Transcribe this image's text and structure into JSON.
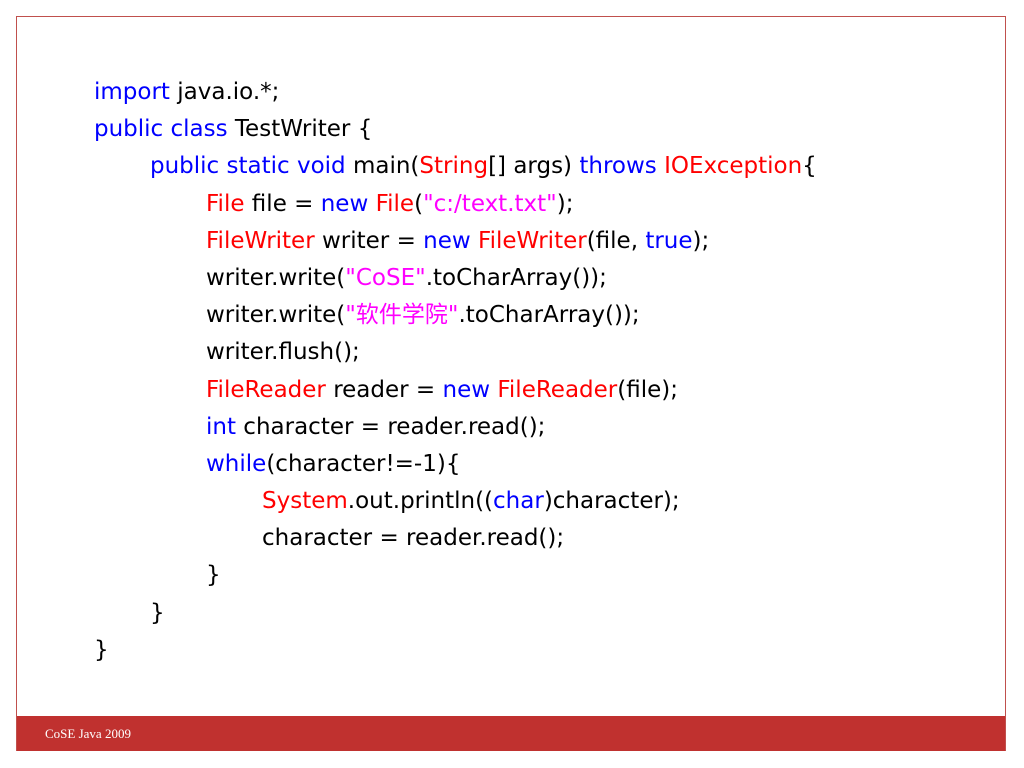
{
  "code": {
    "lines": [
      {
        "indent": 0,
        "tokens": [
          {
            "t": "import",
            "c": "kw"
          },
          {
            "t": " java.io.*;",
            "c": "plain"
          }
        ]
      },
      {
        "indent": 0,
        "tokens": [
          {
            "t": "public class",
            "c": "kw"
          },
          {
            "t": " TestWriter {",
            "c": "plain"
          }
        ]
      },
      {
        "indent": 1,
        "tokens": [
          {
            "t": "public static void",
            "c": "kw"
          },
          {
            "t": " main(",
            "c": "plain"
          },
          {
            "t": "String",
            "c": "type"
          },
          {
            "t": "[] args) ",
            "c": "plain"
          },
          {
            "t": "throws",
            "c": "kw"
          },
          {
            "t": " ",
            "c": "plain"
          },
          {
            "t": "IOException",
            "c": "type"
          },
          {
            "t": "{",
            "c": "plain"
          }
        ]
      },
      {
        "indent": 2,
        "tokens": [
          {
            "t": "File",
            "c": "type"
          },
          {
            "t": " file = ",
            "c": "plain"
          },
          {
            "t": "new",
            "c": "kw"
          },
          {
            "t": " ",
            "c": "plain"
          },
          {
            "t": "File",
            "c": "type"
          },
          {
            "t": "(",
            "c": "plain"
          },
          {
            "t": "\"c:/text.txt\"",
            "c": "str"
          },
          {
            "t": ");",
            "c": "plain"
          }
        ]
      },
      {
        "indent": 2,
        "tokens": [
          {
            "t": "FileWriter",
            "c": "type"
          },
          {
            "t": " writer = ",
            "c": "plain"
          },
          {
            "t": "new",
            "c": "kw"
          },
          {
            "t": " ",
            "c": "plain"
          },
          {
            "t": "FileWriter",
            "c": "type"
          },
          {
            "t": "(file, ",
            "c": "plain"
          },
          {
            "t": "true",
            "c": "kw"
          },
          {
            "t": ");",
            "c": "plain"
          }
        ]
      },
      {
        "indent": 2,
        "tokens": [
          {
            "t": "writer.write(",
            "c": "plain"
          },
          {
            "t": "\"CoSE\"",
            "c": "str"
          },
          {
            "t": ".toCharArray());",
            "c": "plain"
          }
        ]
      },
      {
        "indent": 2,
        "tokens": [
          {
            "t": "writer.write(",
            "c": "plain"
          },
          {
            "t": "\"软件学院\"",
            "c": "str"
          },
          {
            "t": ".toCharArray());",
            "c": "plain"
          }
        ]
      },
      {
        "indent": 2,
        "tokens": [
          {
            "t": "writer.flush();",
            "c": "plain"
          }
        ]
      },
      {
        "indent": 2,
        "tokens": [
          {
            "t": "FileReader",
            "c": "type"
          },
          {
            "t": " reader = ",
            "c": "plain"
          },
          {
            "t": "new",
            "c": "kw"
          },
          {
            "t": " ",
            "c": "plain"
          },
          {
            "t": "FileReader",
            "c": "type"
          },
          {
            "t": "(file);",
            "c": "plain"
          }
        ]
      },
      {
        "indent": 2,
        "tokens": [
          {
            "t": "int",
            "c": "kw"
          },
          {
            "t": " character = reader.read();",
            "c": "plain"
          }
        ]
      },
      {
        "indent": 2,
        "tokens": [
          {
            "t": "while",
            "c": "kw"
          },
          {
            "t": "(character!=-1){",
            "c": "plain"
          }
        ]
      },
      {
        "indent": 3,
        "tokens": [
          {
            "t": "System",
            "c": "type"
          },
          {
            "t": ".out.println((",
            "c": "plain"
          },
          {
            "t": "char",
            "c": "kw"
          },
          {
            "t": ")character);",
            "c": "plain"
          }
        ]
      },
      {
        "indent": 3,
        "tokens": [
          {
            "t": "character = reader.read();",
            "c": "plain"
          }
        ]
      },
      {
        "indent": 2,
        "tokens": [
          {
            "t": "}",
            "c": "plain"
          }
        ]
      },
      {
        "indent": 1,
        "tokens": [
          {
            "t": "}",
            "c": "plain"
          }
        ]
      },
      {
        "indent": 0,
        "tokens": [
          {
            "t": "}",
            "c": "plain"
          }
        ]
      }
    ]
  },
  "footer": {
    "text": "CoSE Java 2009"
  },
  "colors": {
    "keyword": "#0000ff",
    "type": "#ff0000",
    "string": "#ff00ff",
    "plain": "#000000",
    "accent": "#c0312f"
  }
}
